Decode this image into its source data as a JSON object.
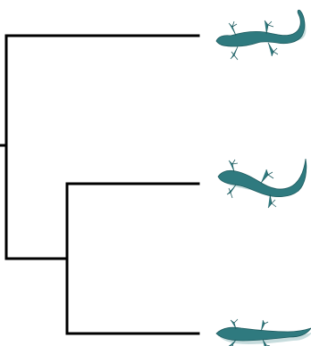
{
  "tree": {
    "type": "phylogenetic-tree",
    "tips": [
      {
        "icon": "gecko-icon",
        "pose": "tail-curled-up"
      },
      {
        "icon": "gecko-icon",
        "pose": "tail-raised"
      },
      {
        "icon": "gecko-icon",
        "pose": "tail-flat"
      }
    ],
    "colors": {
      "branch": "#000000",
      "silhouette": "#2f7a7f",
      "silhouette_outline": "#1f5c60",
      "background": "#ffffff"
    }
  }
}
